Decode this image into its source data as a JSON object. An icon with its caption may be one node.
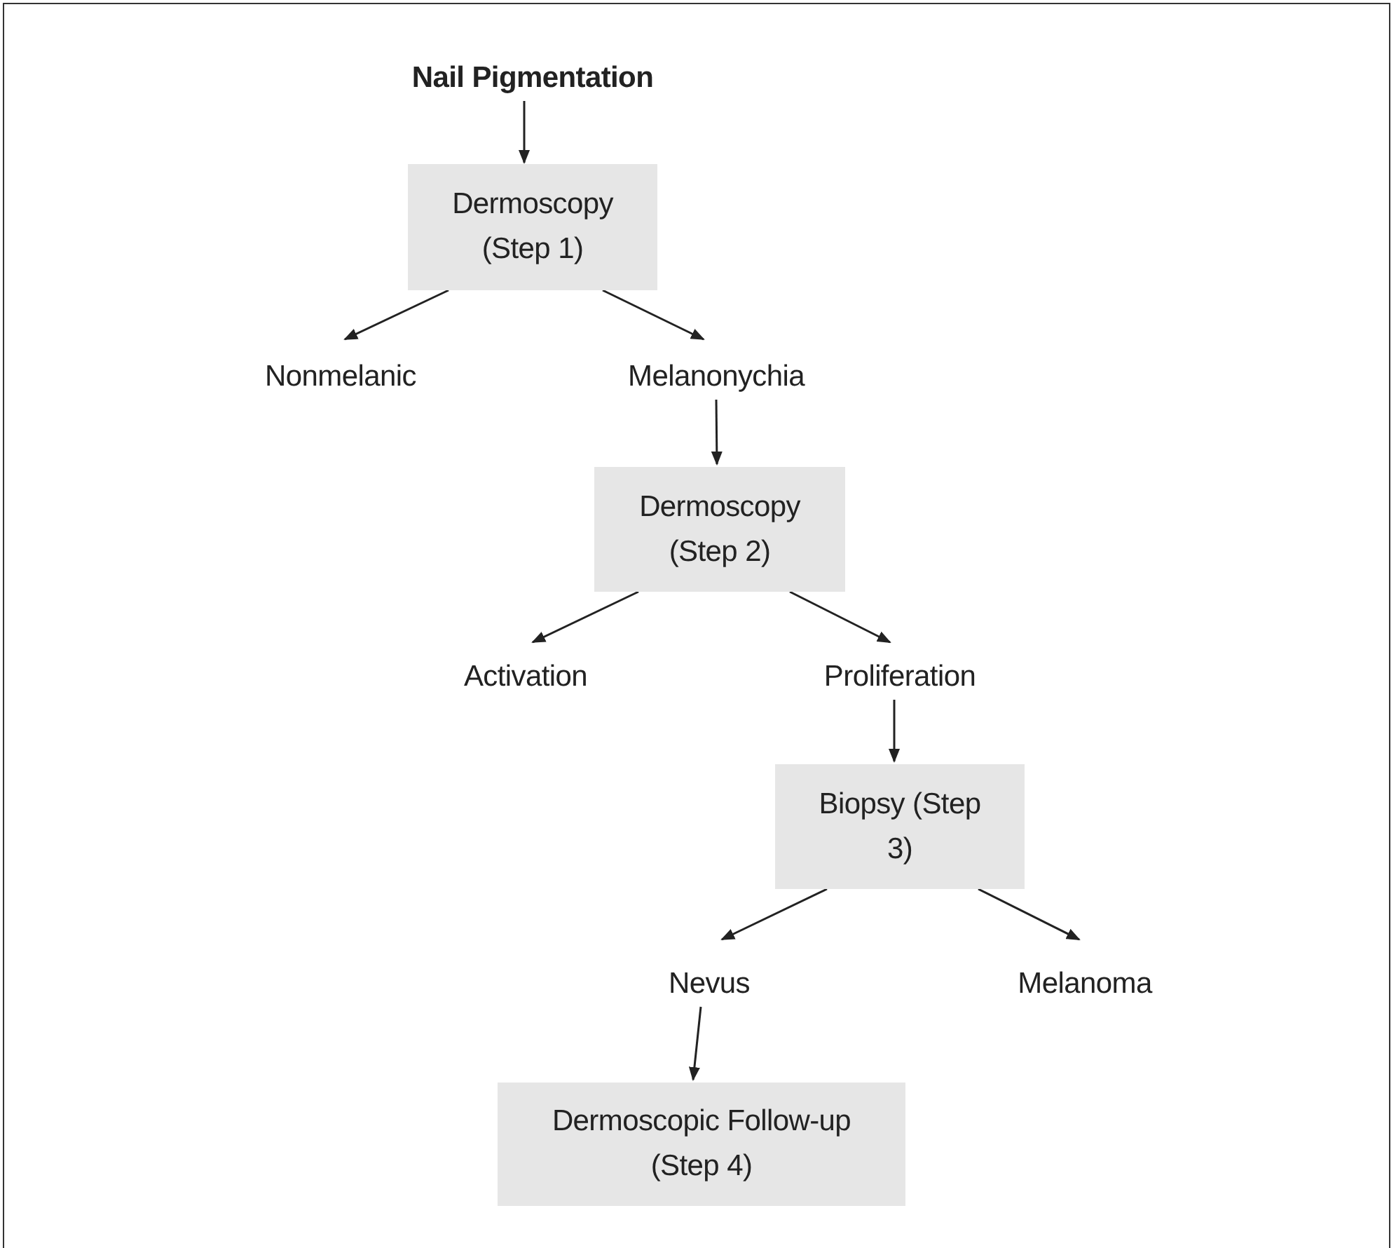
{
  "diagram": {
    "nodes": [
      {
        "text": [
          "Nail Pigmentation"
        ]
      },
      {
        "text": [
          "Dermoscopy (Step 1)"
        ]
      },
      {
        "text": [
          "Nonmelanic"
        ]
      },
      {
        "text": [
          "Melanonychia"
        ]
      },
      {
        "text": [
          "Dermoscopy (Step 2)"
        ]
      },
      {
        "text": [
          "Activation"
        ]
      },
      {
        "text": [
          "Proliferation"
        ]
      },
      {
        "text": [
          "Biopsy (Step 3)"
        ]
      },
      {
        "text": [
          "Nevus"
        ]
      },
      {
        "text": [
          "Melanoma"
        ]
      },
      {
        "text": [
          "Dermoscopic Follow-up (Step 4)"
        ]
      }
    ],
    "edges": [
      {
        "from": 0,
        "to": 1,
        "arrow": "to"
      },
      {
        "from": 1,
        "to": 2,
        "arrow": "to"
      },
      {
        "from": 1,
        "to": 3,
        "arrow": "to"
      },
      {
        "from": 3,
        "to": 4,
        "arrow": "to"
      },
      {
        "from": 4,
        "to": 5,
        "arrow": "to"
      },
      {
        "from": 4,
        "to": 6,
        "arrow": "to"
      },
      {
        "from": 6,
        "to": 7,
        "arrow": "to"
      },
      {
        "from": 7,
        "to": 8,
        "arrow": "to"
      },
      {
        "from": 7,
        "to": 9,
        "arrow": "to"
      },
      {
        "from": 8,
        "to": 10,
        "arrow": "to"
      }
    ]
  }
}
